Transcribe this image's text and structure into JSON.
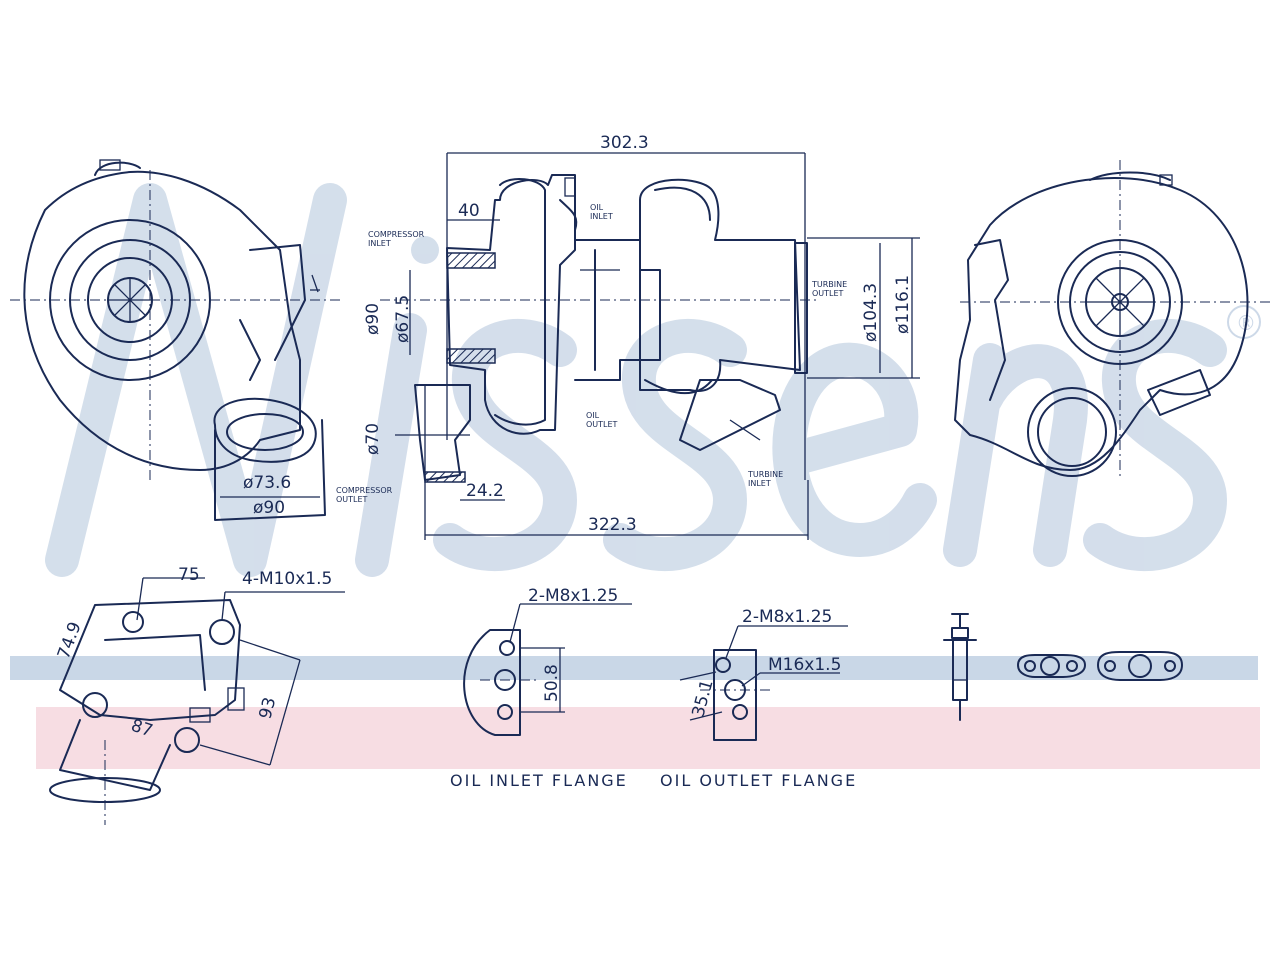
{
  "watermark": {
    "brand": "Nissens",
    "registered_mark": "®",
    "colors": {
      "script": "#cdd9e8",
      "blue_band": "#c9d7e7",
      "pink_band": "#f7dde3"
    }
  },
  "dimensions": {
    "overall_width_top": "302.3",
    "overall_width_bottom": "322.3",
    "compressor_inlet_length": "40",
    "dia_90_inlet": "ø90",
    "dia_67_5": "ø67.5",
    "dia_70": "ø70",
    "len_24_2": "24.2",
    "dia_104_3": "ø104.3",
    "dia_116_1": "ø116.1",
    "dia_73_6": "ø73.6",
    "dia_90_outlet": "ø90",
    "dim_75": "75",
    "dim_74_9": "74.9",
    "dim_87": "87",
    "dim_93": "93",
    "dim_50_8": "50.8",
    "dim_35_1": "35.1",
    "thread_4_m10": "4-M10x1.5",
    "thread_2_m8_inlet": "2-M8x1.25",
    "thread_2_m8_outlet": "2-M8x1.25",
    "thread_m16": "M16x1.5"
  },
  "labels": {
    "compressor_inlet": [
      "COMPRESSOR",
      "INLET"
    ],
    "compressor_outlet": [
      "COMPRESSOR",
      "OUTLET"
    ],
    "oil_inlet": [
      "OIL",
      "INLET"
    ],
    "oil_outlet": [
      "OIL",
      "OUTLET"
    ],
    "turbine_outlet": [
      "TURBINE",
      "OUTLET"
    ],
    "turbine_inlet": [
      "TURBINE",
      "INLET"
    ]
  },
  "captions": {
    "oil_inlet_flange": "OIL INLET FLANGE",
    "oil_outlet_flange": "OIL OUTLET FLANGE"
  }
}
